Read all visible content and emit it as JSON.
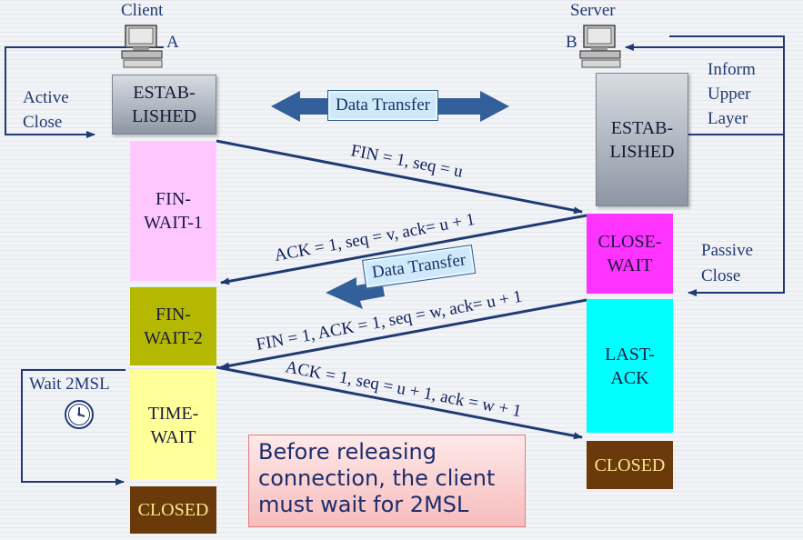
{
  "client": {
    "title": "Client",
    "host_letter": "A",
    "active_close": "Active\nClose",
    "wait_label": "Wait 2MSL"
  },
  "server": {
    "title": "Server",
    "host_letter": "B",
    "inform": "Inform\nUpper\nLayer",
    "passive_close": "Passive\nClose"
  },
  "states": {
    "client_established": "ESTAB-\nLISHED",
    "fin_wait_1": "FIN-\nWAIT-1",
    "fin_wait_2": "FIN-\nWAIT-2",
    "time_wait": "TIME-\nWAIT",
    "client_closed": "CLOSED",
    "server_established": "ESTAB-\nLISHED",
    "close_wait": "CLOSE-\nWAIT",
    "last_ack": "LAST-\nACK",
    "server_closed": "CLOSED"
  },
  "messages": {
    "fin1": "FIN = 1, seq = u",
    "ack1": "ACK = 1, seq = v, ack= u + 1",
    "fin2": "FIN = 1, ACK = 1, seq = w, ack= u + 1",
    "ack2": "ACK = 1, seq = u + 1, ack = w + 1"
  },
  "data_transfer": {
    "top": "Data Transfer",
    "middle": "Data Transfer"
  },
  "note": "Before releasing connection, the client must wait for 2MSL",
  "colors": {
    "fin_wait_1": "#ffc7ff",
    "fin_wait_2": "#b5b800",
    "time_wait": "#ffff99",
    "closed": "#6b3a0a",
    "close_wait": "#ff33ff",
    "last_ack": "#00ffff",
    "arrow": "#1f3a73",
    "big_arrow": "#33609a"
  },
  "icons": [
    "computer-icon",
    "clock-icon"
  ]
}
